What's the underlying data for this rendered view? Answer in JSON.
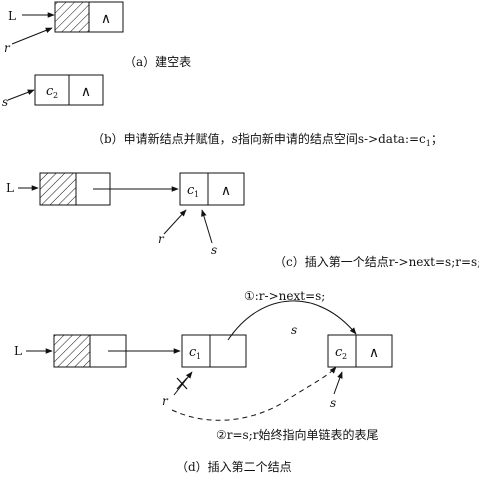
{
  "part_a": {
    "head_pointer": "L",
    "tail_pointer": "r",
    "null_symbol": "∧",
    "caption": "（a）建空表"
  },
  "part_b": {
    "new_pointer": "s",
    "node_value": "c",
    "node_value_sub": "2",
    "null_symbol": "∧",
    "caption_prefix": "（b）申请新结点并赋值，",
    "caption_var": "s",
    "caption_middle": "指向新申请的结点空间s->data:=c",
    "caption_sub": "1",
    "caption_suffix": "；"
  },
  "part_c": {
    "head_pointer": "L",
    "node_value": "c",
    "node_value_sub": "1",
    "null_symbol": "∧",
    "r_label": "r",
    "s_label": "s",
    "caption": "（c）插入第一个结点r->next=s;r=s;"
  },
  "part_d": {
    "head_pointer": "L",
    "node1_value": "c",
    "node1_sub": "1",
    "node2_value": "c",
    "node2_sub": "2",
    "null_symbol": "∧",
    "step1_label": "①:r->next=s;",
    "arc_s_label": "s",
    "r_label": "r",
    "s_label": "s",
    "step2_label": "②r=s;r始终指向单链表的表尾",
    "caption": "（d）插入第二个结点"
  }
}
